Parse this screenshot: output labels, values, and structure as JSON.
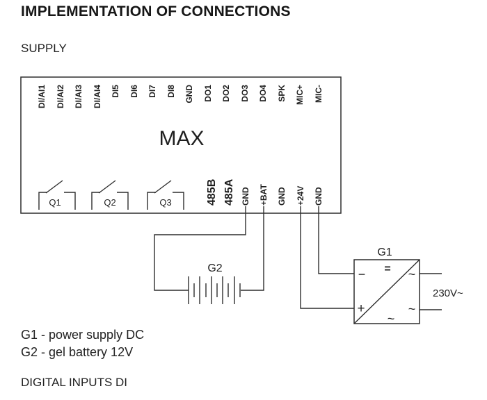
{
  "title": "IMPLEMENTATION OF CONNECTIONS",
  "section_label": "SUPPLY",
  "device": {
    "name": "MAX",
    "top_terminals": [
      "DI/AI1",
      "DI/AI2",
      "DI/AI3",
      "DI/AI4",
      "DI5",
      "DI6",
      "DI7",
      "DI8",
      "GND",
      "DO1",
      "DO2",
      "DO3",
      "DO4",
      "SPK",
      "MIC+",
      "MIC-"
    ],
    "relay_contacts": [
      "Q1",
      "Q2",
      "Q3"
    ],
    "bottom_terminals": [
      "485B",
      "485A",
      "GND",
      "+BAT",
      "GND",
      "+24V",
      "GND"
    ]
  },
  "battery": {
    "label": "G2"
  },
  "power_supply": {
    "label": "G1",
    "dc_symbol": "=",
    "minus_terminal": "−",
    "plus_terminal": "+",
    "ac_symbol": "~",
    "mains_voltage": "230V~"
  },
  "legend": {
    "g1": "G1 - power supply DC",
    "g2": "G2 - gel battery 12V"
  },
  "footer_heading": "DIGITAL INPUTS DI",
  "colors": {
    "ink": "#1f1f1f",
    "line": "#2d2d2d",
    "background": "#ffffff"
  }
}
